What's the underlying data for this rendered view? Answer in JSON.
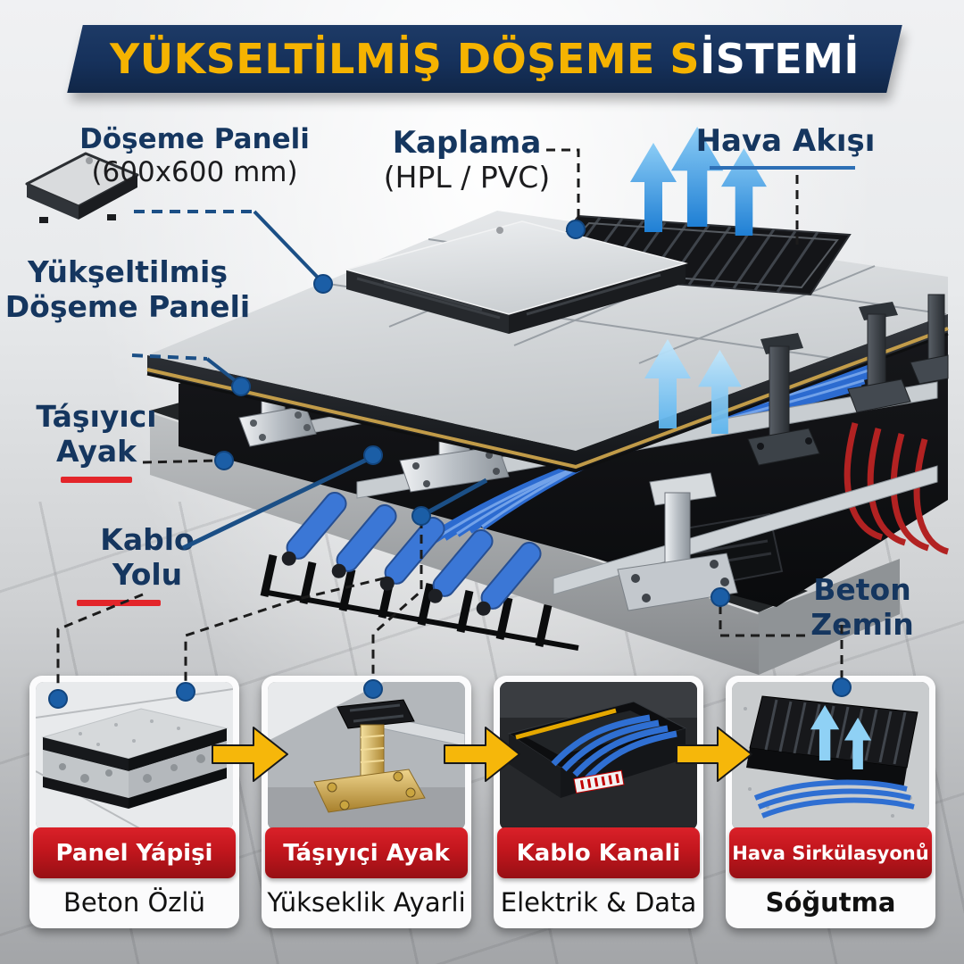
{
  "title": {
    "part1": "YÜKSELTİLMİŞ DÖŞEME S",
    "part2": "İSTEMİ"
  },
  "callouts": {
    "doseme_paneli": {
      "label": "Döşeme Paneli",
      "size": "(600x600 mm)"
    },
    "kaplama": {
      "label": "Kaplama",
      "material": "(HPL / PVC)"
    },
    "hava_akisi": {
      "label": "Hava Akışı"
    },
    "yukseltilmis_doseme": {
      "line1": "Yükşeltilmiş",
      "line2": "Döşeme Paneli"
    },
    "tasiyici_ayak": {
      "line1": "Táşıyıcı",
      "line2": "Ayak"
    },
    "kablo_yolu": {
      "label": "Kablo Yolu"
    },
    "beton_zemin": {
      "line1": "Beton",
      "line2": "Zemin"
    }
  },
  "cards": [
    {
      "title": "Panel Yápişi",
      "subtitle": "Beton Özlü"
    },
    {
      "title": "Táşıyıçi Ayak",
      "subtitle": "Yükseklik Ayarli"
    },
    {
      "title": "Kablo Kanali",
      "subtitle": "Elektrik & Data"
    },
    {
      "title": "Hava Sirkülasyonů",
      "subtitle": "Sóğutma"
    }
  ],
  "icons": {
    "panel_tile": "floor-panel-icon",
    "air_up": "air-flow-up-arrow-icon",
    "next": "next-step-arrow-icon"
  },
  "colors": {
    "banner_navy": "#16315b",
    "title_yellow": "#f5b301",
    "title_white": "#ffffff",
    "label_navy": "#15365f",
    "underline_red": "#e3252a",
    "badge_red": "#c2161d",
    "air_blue": "#2a8de8",
    "air_blue_light": "#8fd0f6",
    "dot_blue": "#1b5ea6",
    "cable_blue": "#2f6fd2",
    "cable_red": "#b03030",
    "brass_trim": "#c9a24b"
  }
}
